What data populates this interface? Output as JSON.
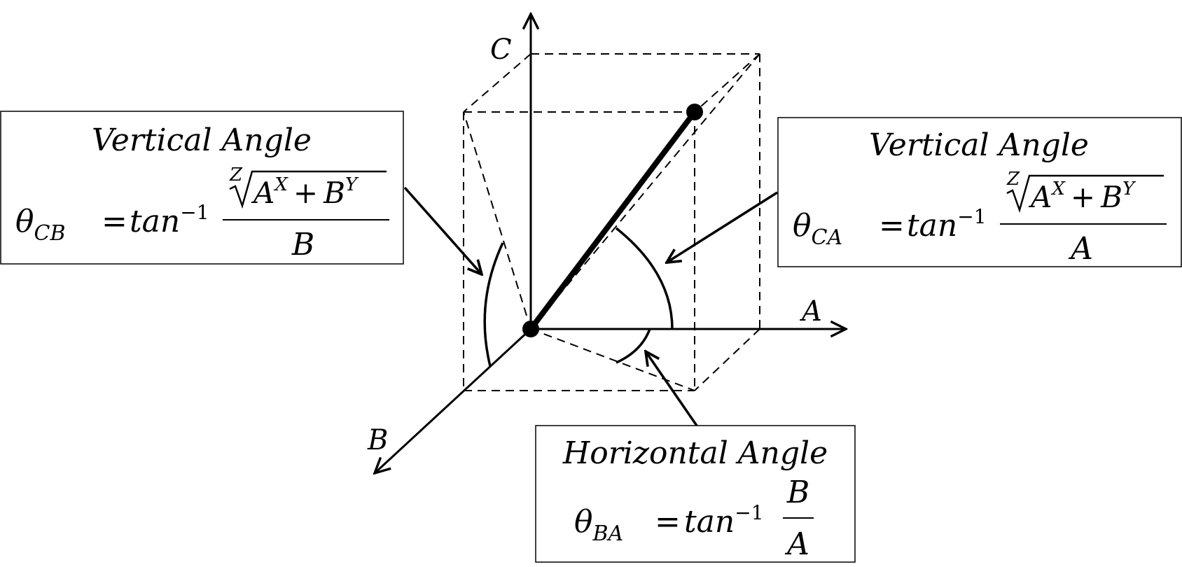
{
  "axes": {
    "a_label": "A",
    "b_label": "B",
    "c_label": "C"
  },
  "vertical_cb": {
    "title": "Vertical Angle",
    "lhs_symbol": "θ",
    "lhs_sub": "CB",
    "equals": "=",
    "func": "tan",
    "func_sup": "−1",
    "root_index": "Z",
    "num_base1": "A",
    "num_exp1": "X",
    "plus": "+",
    "num_base2": "B",
    "num_exp2": "Y",
    "denominator": "B"
  },
  "vertical_ca": {
    "title": "Vertical Angle",
    "lhs_symbol": "θ",
    "lhs_sub": "CA",
    "equals": "=",
    "func": "tan",
    "func_sup": "−1",
    "root_index": "Z",
    "num_base1": "A",
    "num_exp1": "X",
    "plus": "+",
    "num_base2": "B",
    "num_exp2": "Y",
    "denominator": "A"
  },
  "horizontal_ba": {
    "title": "Horizontal Angle",
    "lhs_symbol": "θ",
    "lhs_sub": "BA",
    "equals": "=",
    "func": "tan",
    "func_sup": "−1",
    "numerator": "B",
    "denominator": "A"
  }
}
